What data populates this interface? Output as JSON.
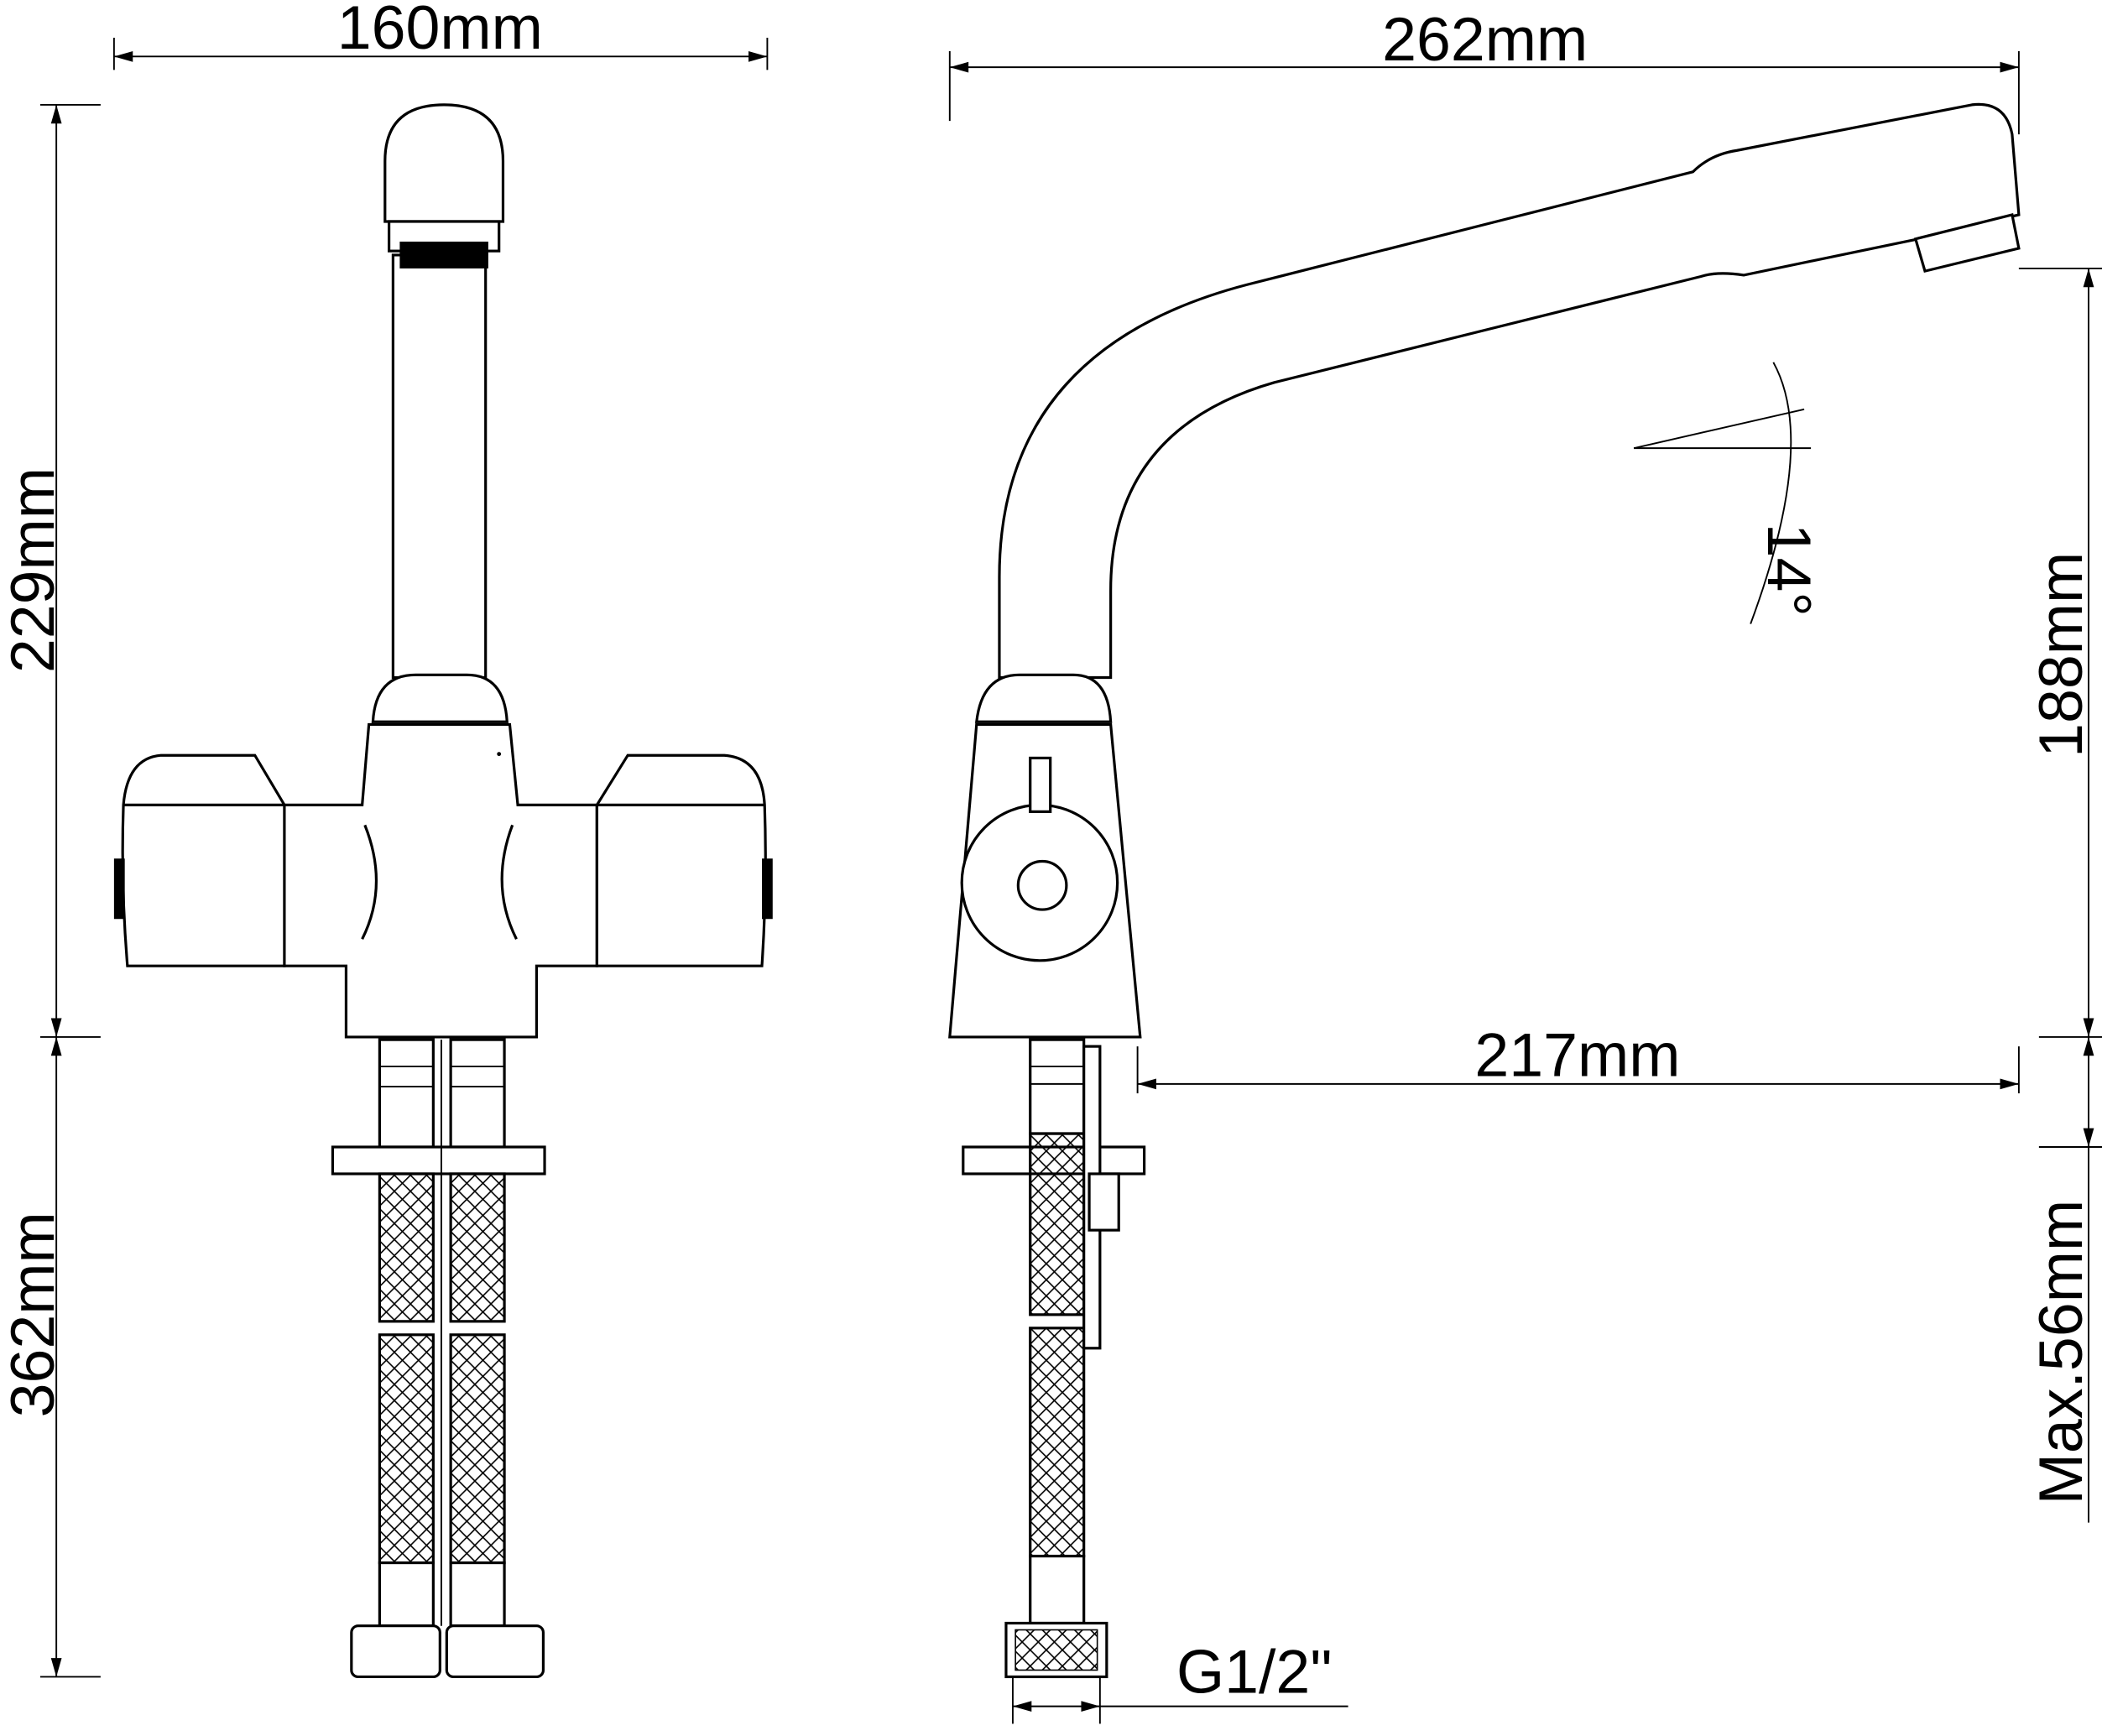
{
  "title": "Faucet technical dimension drawing",
  "front_view": {
    "width_label": "160mm",
    "upper_height_label": "229mm",
    "hose_length_label": "362mm"
  },
  "side_view": {
    "reach_label": "262mm",
    "spout_height_label": "188mm",
    "base_to_spout_label": "217mm",
    "max_counter_thickness_label": "Max.56mm",
    "thread_label": "G1/2\"",
    "angle_label": "14°"
  }
}
